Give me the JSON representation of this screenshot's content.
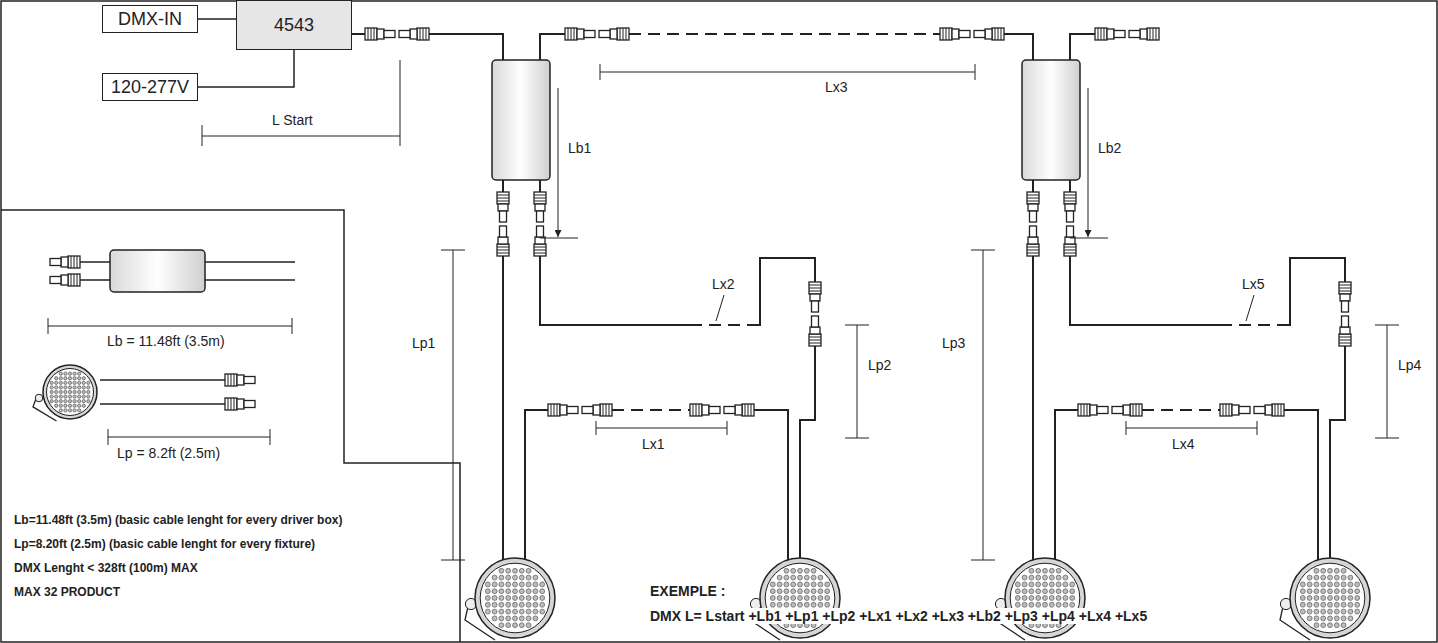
{
  "diagram": {
    "nodes": [
      {
        "text": [
          "DMX-IN"
        ]
      },
      {
        "text": [
          "4543"
        ]
      },
      {
        "text": [
          "120-277V"
        ]
      }
    ],
    "edges": [
      {
        "from": 0,
        "to": 1,
        "arrow": "none"
      },
      {
        "from": 2,
        "to": 1,
        "arrow": "none"
      }
    ],
    "labels": [
      "L Start",
      "Lx3",
      "Lb1",
      "Lb2",
      "Lp1",
      "Lx2",
      "Lp2",
      "Lx1",
      "Lp3",
      "Lx5",
      "Lp4",
      "Lx4",
      "Lb = 11.48ft (3.5m)",
      "Lp = 8.2ft (2.5m)",
      "Lb=11.48ft (3.5m) (basic cable lenght for every driver box)",
      "Lp=8.20ft (2.5m) (basic cable lenght for every fixture)",
      "DMX Lenght < 328ft (100m) MAX",
      "MAX 32 PRODUCT",
      "EXEMPLE :",
      "DMX L= Lstart +Lb1 +Lp1 +Lp2 +Lx1 +Lx2 +Lx3 +Lb2 +Lp3 +Lp4 +Lx4 +Lx5"
    ]
  }
}
